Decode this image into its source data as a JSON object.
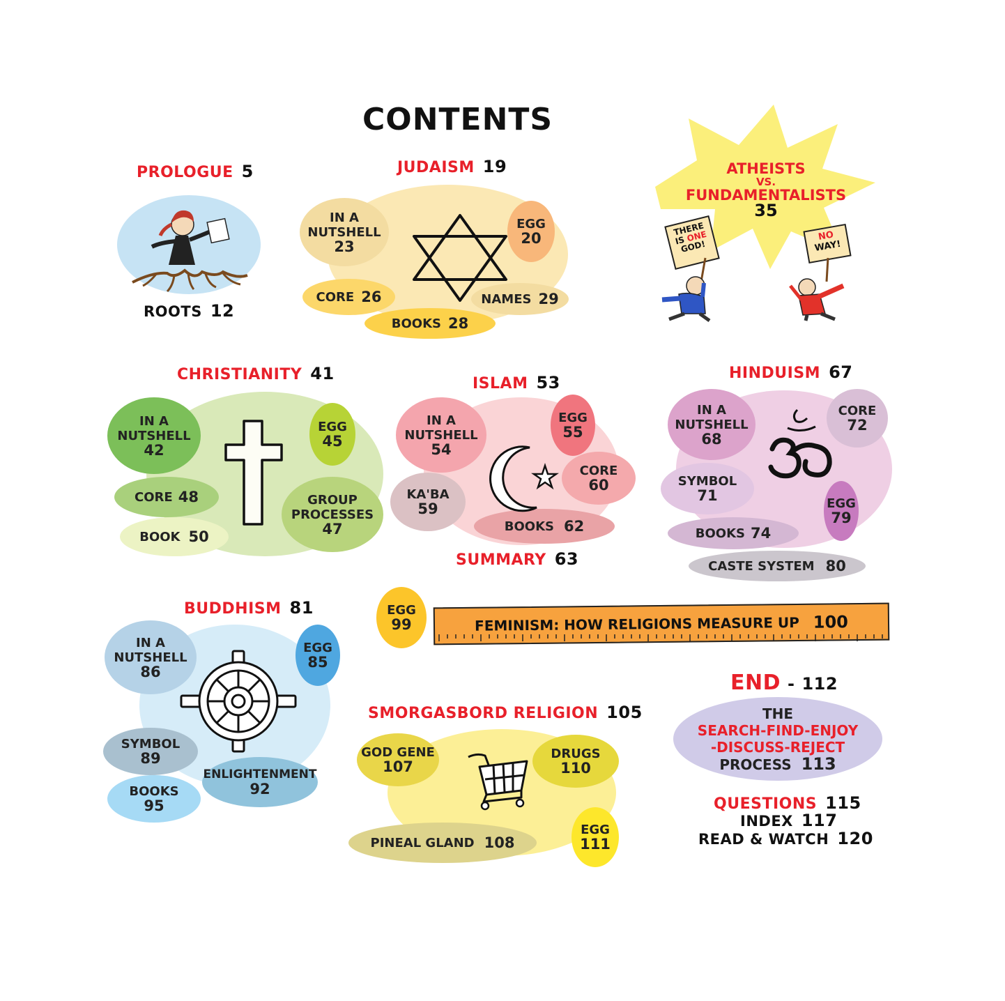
{
  "title": "CONTENTS",
  "prologue": {
    "title": "PROLOGUE",
    "page": "5",
    "roots": {
      "label": "ROOTS",
      "page": "12"
    }
  },
  "judaism": {
    "title": "JUDAISM",
    "page": "19",
    "nutshell": {
      "line1": "IN A",
      "line2": "NUTSHELL",
      "page": "23"
    },
    "egg": {
      "label": "EGG",
      "page": "20"
    },
    "core": {
      "label": "CORE",
      "page": "26"
    },
    "names": {
      "label": "NAMES",
      "page": "29"
    },
    "books": {
      "label": "BOOKS",
      "page": "28"
    }
  },
  "atheists": {
    "line1": "ATHEISTS",
    "vs": "VS.",
    "line2": "FUNDAMENTALISTS",
    "page": "35",
    "sign_left": {
      "l1": "THERE",
      "l2": "IS",
      "l2b": "ONE",
      "l3": "GOD!"
    },
    "sign_right": {
      "l1": "NO",
      "l2": "WAY!"
    }
  },
  "christianity": {
    "title": "CHRISTIANITY",
    "page": "41",
    "nutshell": {
      "line1": "IN A",
      "line2": "NUTSHELL",
      "page": "42"
    },
    "egg": {
      "label": "EGG",
      "page": "45"
    },
    "core": {
      "label": "CORE",
      "page": "48"
    },
    "group": {
      "line1": "GROUP",
      "line2": "PROCESSES",
      "page": "47"
    },
    "book": {
      "label": "BOOK",
      "page": "50"
    }
  },
  "islam": {
    "title": "ISLAM",
    "page": "53",
    "nutshell": {
      "line1": "IN A",
      "line2": "NUTSHELL",
      "page": "54"
    },
    "egg": {
      "label": "EGG",
      "page": "55"
    },
    "core": {
      "label": "CORE",
      "page": "60"
    },
    "kaba": {
      "label": "KA'BA",
      "page": "59"
    },
    "books": {
      "label": "BOOKS",
      "page": "62"
    },
    "summary": {
      "label": "SUMMARY",
      "page": "63"
    }
  },
  "hinduism": {
    "title": "HINDUISM",
    "page": "67",
    "nutshell": {
      "line1": "IN A",
      "line2": "NUTSHELL",
      "page": "68"
    },
    "core": {
      "label": "CORE",
      "page": "72"
    },
    "symbol": {
      "label": "SYMBOL",
      "page": "71"
    },
    "egg": {
      "label": "EGG",
      "page": "79"
    },
    "books": {
      "label": "BOOKS",
      "page": "74"
    },
    "caste": {
      "label": "CASTE SYSTEM",
      "page": "80"
    }
  },
  "buddhism": {
    "title": "BUDDHISM",
    "page": "81",
    "nutshell": {
      "line1": "IN A",
      "line2": "NUTSHELL",
      "page": "86"
    },
    "egg": {
      "label": "EGG",
      "page": "85"
    },
    "symbol": {
      "label": "SYMBOL",
      "page": "89"
    },
    "books": {
      "label": "BOOKS",
      "page": "95"
    },
    "enlightenment": {
      "label": "ENLIGHTENMENT",
      "page": "92"
    }
  },
  "feminism": {
    "egg": {
      "label": "EGG",
      "page": "99"
    },
    "label": "FEMINISM: HOW RELIGIONS MEASURE UP",
    "page": "100"
  },
  "smorgasbord": {
    "title": "SMORGASBORD RELIGION",
    "page": "105",
    "godgene": {
      "label": "GOD GENE",
      "page": "107"
    },
    "drugs": {
      "label": "DRUGS",
      "page": "110"
    },
    "pineal": {
      "label": "PINEAL GLAND",
      "page": "108"
    },
    "egg": {
      "label": "EGG",
      "page": "111"
    }
  },
  "end": {
    "title": "END",
    "dash": "-",
    "page": "112",
    "process": {
      "the": "THE",
      "line1": "SEARCH-FIND-ENJOY",
      "line2": "-DISCUSS-REJECT",
      "line3": "PROCESS",
      "page": "113"
    },
    "questions": {
      "label": "QUESTIONS",
      "page": "115"
    },
    "index": {
      "label": "INDEX",
      "page": "117"
    },
    "read": {
      "label": "READ & WATCH",
      "page": "120"
    }
  },
  "colors": {
    "title_red": "#e8202a",
    "prologue_blue": "#c6e3f4",
    "judaism_bg": "#fbe8b4",
    "christianity_bg": "#d9e9b8",
    "islam_bg": "#fad4d6",
    "hinduism_bg": "#efcfe4",
    "buddhism_bg": "#d6ecf8",
    "smorgasbord_bg": "#fcef96",
    "end_bg": "#d0cbe8",
    "ruler": "#f7a23e"
  }
}
